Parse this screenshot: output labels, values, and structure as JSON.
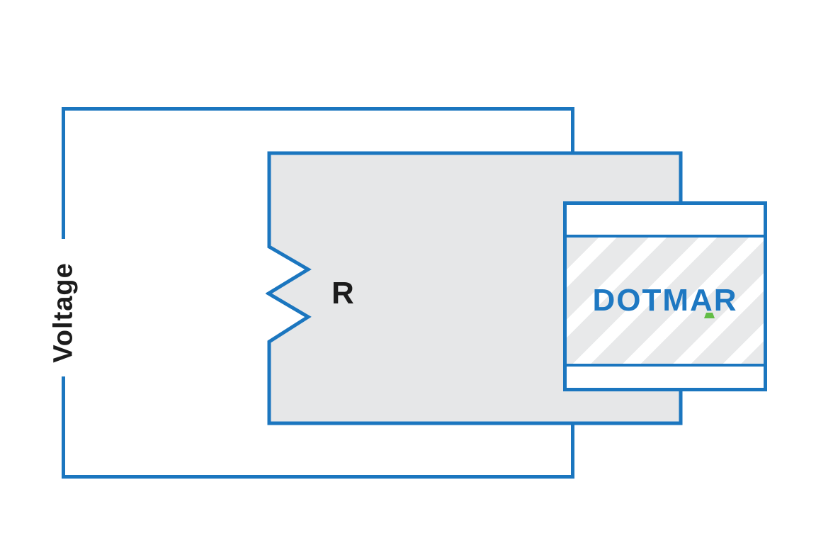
{
  "colors": {
    "wire_blue": "#1b76bf",
    "logo_blue": "#1e78c2",
    "accent_green": "#63bd46",
    "panel_gray": "#e6e7e8",
    "stripe_gray": "#e8e9ea",
    "label_black": "#1c1c1c"
  },
  "diagram": {
    "type": "electrical-circuit",
    "voltage_label": "Voltage",
    "resistor_label": "R"
  },
  "logo": {
    "brand": "DOTMAR"
  }
}
